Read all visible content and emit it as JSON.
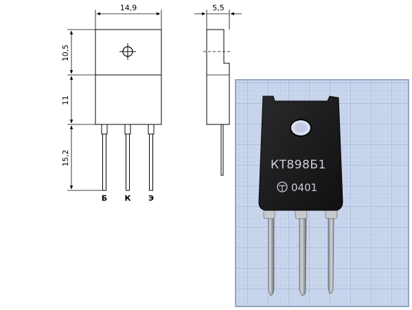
{
  "drawing": {
    "width_label": "14,9",
    "side_width_label": "5,5",
    "height_top_label": "10,5",
    "height_mid_label": "11",
    "height_leads_label": "15,2",
    "pins": [
      "Б",
      "К",
      "Э"
    ]
  },
  "photo": {
    "marking_line1": "КТ898Б1",
    "marking_line2": "0401",
    "colors": {
      "grid_bg": "#c9d6ec",
      "grid_line": "#9fb5da",
      "body": "#1a1a1c",
      "leads": "#a9acb3"
    }
  }
}
